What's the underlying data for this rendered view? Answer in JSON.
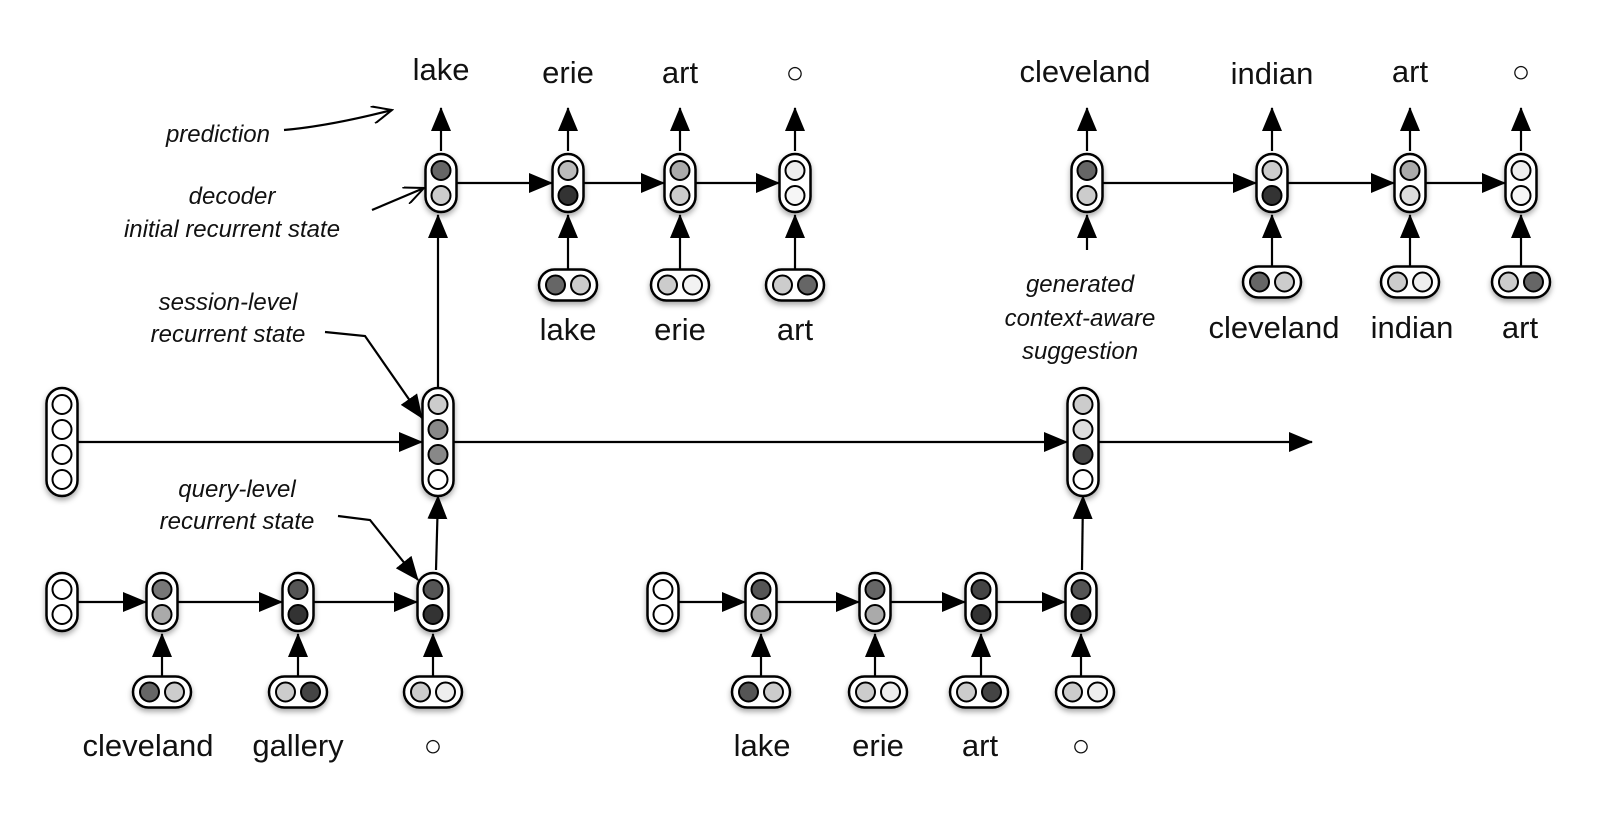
{
  "decoder_top_words_left": [
    "lake",
    "erie",
    "art",
    "○"
  ],
  "decoder_top_words_right": [
    "cleveland",
    "indian",
    "art",
    "○"
  ],
  "decoder_input_words_left": [
    "lake",
    "erie",
    "art"
  ],
  "decoder_input_words_right": [
    "cleveland",
    "indian",
    "art"
  ],
  "query1_words": [
    "cleveland",
    "gallery",
    "○"
  ],
  "query2_words": [
    "lake",
    "erie",
    "art",
    "○"
  ],
  "annotations": {
    "prediction": "prediction",
    "decoder_line1": "decoder",
    "decoder_line2": "initial recurrent state",
    "session_line1": "session-level",
    "session_line2": "recurrent state",
    "query_line1": "query-level",
    "query_line2": "recurrent state",
    "generated_line1": "generated",
    "generated_line2": "context-aware",
    "generated_line3": "suggestion"
  },
  "node_fills": {
    "decoder_left": [
      [
        "#666",
        "#ccc"
      ],
      [
        "#bbb",
        "#333"
      ],
      [
        "#aaa",
        "#ccc"
      ],
      [
        "#eee",
        "#f6f6f6"
      ]
    ],
    "decoder_left_inputs": [
      [
        "#666",
        "#ccc"
      ],
      [
        "#ccc",
        "#f2f2f2"
      ],
      [
        "#ccc",
        "#666"
      ]
    ],
    "decoder_right": [
      [
        "#666",
        "#ccc"
      ],
      [
        "#ccc",
        "#333"
      ],
      [
        "#aaa",
        "#ddd"
      ],
      [
        "#eee",
        "#f6f6f6"
      ]
    ],
    "decoder_right_inputs": [
      [
        "#666",
        "#ccc"
      ],
      [
        "#ccc",
        "#eee"
      ],
      [
        "#ccc",
        "#666"
      ]
    ],
    "session": [
      [
        "#fff",
        "#fff",
        "#fff",
        "#fff"
      ],
      [
        "#ccc",
        "#888",
        "#888",
        "#fff"
      ],
      [
        "#ccc",
        "#ddd",
        "#444",
        "#fff"
      ]
    ],
    "query1": [
      [
        "#fff",
        "#fff"
      ],
      [
        "#777",
        "#aaa"
      ],
      [
        "#555",
        "#333"
      ],
      [
        "#555",
        "#333"
      ]
    ],
    "query1_inputs": [
      [
        "#666",
        "#ccc"
      ],
      [
        "#ccc",
        "#444"
      ],
      [
        "#ccc",
        "#eee"
      ]
    ],
    "query2": [
      [
        "#fff",
        "#fff"
      ],
      [
        "#555",
        "#aaa"
      ],
      [
        "#666",
        "#aaa"
      ],
      [
        "#444",
        "#333"
      ],
      [
        "#555",
        "#333"
      ]
    ],
    "query2_inputs": [
      [
        "#555",
        "#ccc"
      ],
      [
        "#ccc",
        "#eee"
      ],
      [
        "#ccc",
        "#444"
      ],
      [
        "#ccc",
        "#eee"
      ]
    ]
  }
}
